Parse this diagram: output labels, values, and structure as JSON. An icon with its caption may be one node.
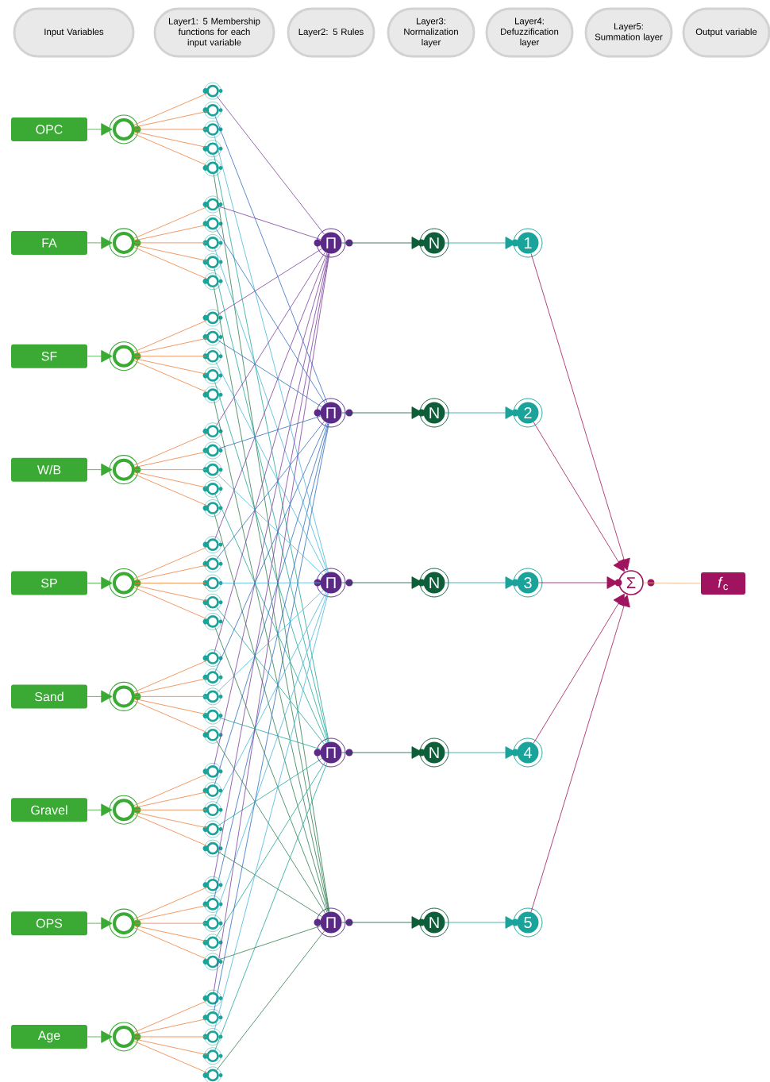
{
  "diagram": {
    "nodes": [
      {
        "text": [
          "Input Variables"
        ]
      },
      {
        "text": [
          "Layer1: 5 Membership functions for each input variable"
        ]
      },
      {
        "text": [
          "Layer2: 5 Rules"
        ]
      },
      {
        "text": [
          "Layer3: Normalization layer"
        ]
      },
      {
        "text": [
          "Layer4: Defuzzification layer"
        ]
      },
      {
        "text": [
          "Layer5: Summation layer"
        ]
      },
      {
        "text": [
          "Output variable"
        ]
      },
      {
        "text": [
          "OPC"
        ]
      },
      {
        "text": [
          "FA"
        ]
      },
      {
        "text": [
          "SF"
        ]
      },
      {
        "text": [
          "W/B"
        ]
      },
      {
        "text": [
          "SP"
        ]
      },
      {
        "text": [
          "Sand"
        ]
      },
      {
        "text": [
          "Gravel"
        ]
      },
      {
        "text": [
          "OPS"
        ]
      },
      {
        "text": [
          "Age"
        ]
      },
      {
        "text": [],
        "shape": "circle"
      },
      {
        "text": [],
        "shape": "circle"
      },
      {
        "text": [],
        "shape": "circle"
      },
      {
        "text": [],
        "shape": "circle"
      },
      {
        "text": [],
        "shape": "circle"
      },
      {
        "text": [],
        "shape": "circle"
      },
      {
        "text": [],
        "shape": "circle"
      },
      {
        "text": [],
        "shape": "circle"
      },
      {
        "text": [],
        "shape": "circle"
      },
      {
        "text": [],
        "shape": "circle"
      },
      {
        "text": [],
        "shape": "circle"
      },
      {
        "text": [],
        "shape": "circle"
      },
      {
        "text": [],
        "shape": "circle"
      },
      {
        "text": [],
        "shape": "circle"
      },
      {
        "text": [],
        "shape": "circle"
      },
      {
        "text": [],
        "shape": "circle"
      },
      {
        "text": [],
        "shape": "circle"
      },
      {
        "text": [],
        "shape": "circle"
      },
      {
        "text": [],
        "shape": "circle"
      },
      {
        "text": [],
        "shape": "circle"
      },
      {
        "text": [],
        "shape": "circle"
      },
      {
        "text": [],
        "shape": "circle"
      },
      {
        "text": [],
        "shape": "circle"
      },
      {
        "text": [],
        "shape": "circle"
      },
      {
        "text": [],
        "shape": "circle"
      },
      {
        "text": [],
        "shape": "circle"
      },
      {
        "text": [],
        "shape": "circle"
      },
      {
        "text": [],
        "shape": "circle"
      },
      {
        "text": [],
        "shape": "circle"
      },
      {
        "text": [],
        "shape": "circle"
      },
      {
        "text": [],
        "shape": "circle"
      },
      {
        "text": [],
        "shape": "circle"
      },
      {
        "text": [],
        "shape": "circle"
      },
      {
        "text": [],
        "shape": "circle"
      },
      {
        "text": [],
        "shape": "circle"
      },
      {
        "text": [],
        "shape": "circle"
      },
      {
        "text": [],
        "shape": "circle"
      },
      {
        "text": [],
        "shape": "circle"
      },
      {
        "text": [],
        "shape": "circle"
      },
      {
        "text": [],
        "shape": "circle"
      },
      {
        "text": [],
        "shape": "circle"
      },
      {
        "text": [],
        "shape": "circle"
      },
      {
        "text": [],
        "shape": "circle"
      },
      {
        "text": [],
        "shape": "circle"
      },
      {
        "text": [],
        "shape": "circle"
      },
      {
        "text": [],
        "shape": "circle"
      },
      {
        "text": [],
        "shape": "circle"
      },
      {
        "text": [],
        "shape": "circle"
      },
      {
        "text": [],
        "shape": "circle"
      },
      {
        "text": [],
        "shape": "circle"
      },
      {
        "text": [],
        "shape": "circle"
      },
      {
        "text": [],
        "shape": "circle"
      },
      {
        "text": [],
        "shape": "circle"
      },
      {
        "text": [],
        "shape": "circle"
      },
      {
        "text": [
          "Π"
        ]
      },
      {
        "text": [
          "Π"
        ]
      },
      {
        "text": [
          "Π"
        ]
      },
      {
        "text": [
          "Π"
        ]
      },
      {
        "text": [
          "Π"
        ]
      },
      {
        "text": [
          "N"
        ]
      },
      {
        "text": [
          "N"
        ]
      },
      {
        "text": [
          "N"
        ]
      },
      {
        "text": [
          "N"
        ]
      },
      {
        "text": [
          "N"
        ]
      },
      {
        "text": [
          "1"
        ]
      },
      {
        "text": [
          "2"
        ]
      },
      {
        "text": [
          "3"
        ]
      },
      {
        "text": [
          "4"
        ]
      },
      {
        "text": [
          "5"
        ]
      },
      {
        "text": [
          "Σ"
        ]
      },
      {
        "text": [
          "*f*$_{c}$"
        ]
      }
    ],
    "edges": [
      {
        "from": 7,
        "to": 16,
        "arrow": "to",
        "color": "#3aaa35"
      },
      {
        "from": 8,
        "to": 17,
        "arrow": "to",
        "color": "#3aaa35"
      },
      {
        "from": 9,
        "to": 18,
        "arrow": "to",
        "color": "#3aaa35"
      },
      {
        "from": 10,
        "to": 19,
        "arrow": "to",
        "color": "#3aaa35"
      },
      {
        "from": 11,
        "to": 20,
        "arrow": "to",
        "color": "#3aaa35"
      },
      {
        "from": 12,
        "to": 21,
        "arrow": "to",
        "color": "#3aaa35"
      },
      {
        "from": 13,
        "to": 22,
        "arrow": "to",
        "color": "#3aaa35"
      },
      {
        "from": 14,
        "to": 23,
        "arrow": "to",
        "color": "#3aaa35"
      },
      {
        "from": 15,
        "to": 24,
        "arrow": "to",
        "color": "#3aaa35"
      },
      {
        "from": 16,
        "to": 25,
        "arrow": "none",
        "color": "#f07f3c"
      },
      {
        "from": 16,
        "to": 26,
        "arrow": "none",
        "color": "#f07f3c"
      },
      {
        "from": 16,
        "to": 27,
        "arrow": "none",
        "color": "#f07f3c"
      },
      {
        "from": 16,
        "to": 28,
        "arrow": "none",
        "color": "#f07f3c"
      },
      {
        "from": 16,
        "to": 29,
        "arrow": "none",
        "color": "#f07f3c"
      },
      {
        "from": 17,
        "to": 30,
        "arrow": "none",
        "color": "#f07f3c"
      },
      {
        "from": 17,
        "to": 31,
        "arrow": "none",
        "color": "#f07f3c"
      },
      {
        "from": 17,
        "to": 32,
        "arrow": "none",
        "color": "#f07f3c"
      },
      {
        "from": 17,
        "to": 33,
        "arrow": "none",
        "color": "#f07f3c"
      },
      {
        "from": 17,
        "to": 34,
        "arrow": "none",
        "color": "#f07f3c"
      },
      {
        "from": 18,
        "to": 35,
        "arrow": "none",
        "color": "#f07f3c"
      },
      {
        "from": 18,
        "to": 36,
        "arrow": "none",
        "color": "#f07f3c"
      },
      {
        "from": 18,
        "to": 37,
        "arrow": "none",
        "color": "#f07f3c"
      },
      {
        "from": 18,
        "to": 38,
        "arrow": "none",
        "color": "#f07f3c"
      },
      {
        "from": 18,
        "to": 39,
        "arrow": "none",
        "color": "#f07f3c"
      },
      {
        "from": 19,
        "to": 40,
        "arrow": "none",
        "color": "#f07f3c"
      },
      {
        "from": 19,
        "to": 41,
        "arrow": "none",
        "color": "#f07f3c"
      },
      {
        "from": 19,
        "to": 42,
        "arrow": "none",
        "color": "#f07f3c"
      },
      {
        "from": 19,
        "to": 43,
        "arrow": "none",
        "color": "#f07f3c"
      },
      {
        "from": 19,
        "to": 44,
        "arrow": "none",
        "color": "#f07f3c"
      },
      {
        "from": 20,
        "to": 45,
        "arrow": "none",
        "color": "#f07f3c"
      },
      {
        "from": 20,
        "to": 46,
        "arrow": "none",
        "color": "#f07f3c"
      },
      {
        "from": 20,
        "to": 47,
        "arrow": "none",
        "color": "#f07f3c"
      },
      {
        "from": 20,
        "to": 48,
        "arrow": "none",
        "color": "#f07f3c"
      },
      {
        "from": 20,
        "to": 49,
        "arrow": "none",
        "color": "#f07f3c"
      },
      {
        "from": 21,
        "to": 50,
        "arrow": "none",
        "color": "#f07f3c"
      },
      {
        "from": 21,
        "to": 51,
        "arrow": "none",
        "color": "#f07f3c"
      },
      {
        "from": 21,
        "to": 52,
        "arrow": "none",
        "color": "#f07f3c"
      },
      {
        "from": 21,
        "to": 53,
        "arrow": "none",
        "color": "#f07f3c"
      },
      {
        "from": 21,
        "to": 54,
        "arrow": "none",
        "color": "#f07f3c"
      },
      {
        "from": 22,
        "to": 55,
        "arrow": "none",
        "color": "#f07f3c"
      },
      {
        "from": 22,
        "to": 56,
        "arrow": "none",
        "color": "#f07f3c"
      },
      {
        "from": 22,
        "to": 57,
        "arrow": "none",
        "color": "#f07f3c"
      },
      {
        "from": 22,
        "to": 58,
        "arrow": "none",
        "color": "#f07f3c"
      },
      {
        "from": 22,
        "to": 59,
        "arrow": "none",
        "color": "#f07f3c"
      },
      {
        "from": 23,
        "to": 60,
        "arrow": "none",
        "color": "#f07f3c"
      },
      {
        "from": 23,
        "to": 61,
        "arrow": "none",
        "color": "#f07f3c"
      },
      {
        "from": 23,
        "to": 62,
        "arrow": "none",
        "color": "#f07f3c"
      },
      {
        "from": 23,
        "to": 63,
        "arrow": "none",
        "color": "#f07f3c"
      },
      {
        "from": 23,
        "to": 64,
        "arrow": "none",
        "color": "#f07f3c"
      },
      {
        "from": 24,
        "to": 65,
        "arrow": "none",
        "color": "#f07f3c"
      },
      {
        "from": 24,
        "to": 66,
        "arrow": "none",
        "color": "#f07f3c"
      },
      {
        "from": 24,
        "to": 67,
        "arrow": "none",
        "color": "#f07f3c"
      },
      {
        "from": 24,
        "to": 68,
        "arrow": "none",
        "color": "#f07f3c"
      },
      {
        "from": 24,
        "to": 69,
        "arrow": "none",
        "color": "#f07f3c"
      },
      {
        "from": 25,
        "to": 70,
        "arrow": "none",
        "color": "#7b3f9e"
      },
      {
        "from": 26,
        "to": 71,
        "arrow": "none",
        "color": "#2f6fc0"
      },
      {
        "from": 27,
        "to": 72,
        "arrow": "none",
        "color": "#45b8dc"
      },
      {
        "from": 28,
        "to": 73,
        "arrow": "none",
        "color": "#1fa79a"
      },
      {
        "from": 29,
        "to": 74,
        "arrow": "none",
        "color": "#2e7d4f"
      },
      {
        "from": 30,
        "to": 70,
        "arrow": "none",
        "color": "#7b3f9e"
      },
      {
        "from": 31,
        "to": 71,
        "arrow": "none",
        "color": "#2f6fc0"
      },
      {
        "from": 32,
        "to": 72,
        "arrow": "none",
        "color": "#45b8dc"
      },
      {
        "from": 33,
        "to": 73,
        "arrow": "none",
        "color": "#1fa79a"
      },
      {
        "from": 34,
        "to": 74,
        "arrow": "none",
        "color": "#2e7d4f"
      },
      {
        "from": 35,
        "to": 70,
        "arrow": "none",
        "color": "#7b3f9e"
      },
      {
        "from": 36,
        "to": 71,
        "arrow": "none",
        "color": "#2f6fc0"
      },
      {
        "from": 37,
        "to": 72,
        "arrow": "none",
        "color": "#45b8dc"
      },
      {
        "from": 38,
        "to": 73,
        "arrow": "none",
        "color": "#1fa79a"
      },
      {
        "from": 39,
        "to": 74,
        "arrow": "none",
        "color": "#2e7d4f"
      },
      {
        "from": 40,
        "to": 70,
        "arrow": "none",
        "color": "#7b3f9e"
      },
      {
        "from": 41,
        "to": 71,
        "arrow": "none",
        "color": "#2f6fc0"
      },
      {
        "from": 42,
        "to": 72,
        "arrow": "none",
        "color": "#45b8dc"
      },
      {
        "from": 43,
        "to": 73,
        "arrow": "none",
        "color": "#1fa79a"
      },
      {
        "from": 44,
        "to": 74,
        "arrow": "none",
        "color": "#2e7d4f"
      },
      {
        "from": 45,
        "to": 70,
        "arrow": "none",
        "color": "#7b3f9e"
      },
      {
        "from": 46,
        "to": 71,
        "arrow": "none",
        "color": "#2f6fc0"
      },
      {
        "from": 47,
        "to": 72,
        "arrow": "none",
        "color": "#45b8dc"
      },
      {
        "from": 48,
        "to": 73,
        "arrow": "none",
        "color": "#1fa79a"
      },
      {
        "from": 49,
        "to": 74,
        "arrow": "none",
        "color": "#2e7d4f"
      },
      {
        "from": 50,
        "to": 70,
        "arrow": "none",
        "color": "#7b3f9e"
      },
      {
        "from": 51,
        "to": 71,
        "arrow": "none",
        "color": "#2f6fc0"
      },
      {
        "from": 52,
        "to": 72,
        "arrow": "none",
        "color": "#45b8dc"
      },
      {
        "from": 53,
        "to": 73,
        "arrow": "none",
        "color": "#1fa79a"
      },
      {
        "from": 54,
        "to": 74,
        "arrow": "none",
        "color": "#2e7d4f"
      },
      {
        "from": 55,
        "to": 70,
        "arrow": "none",
        "color": "#7b3f9e"
      },
      {
        "from": 56,
        "to": 71,
        "arrow": "none",
        "color": "#2f6fc0"
      },
      {
        "from": 57,
        "to": 72,
        "arrow": "none",
        "color": "#45b8dc"
      },
      {
        "from": 58,
        "to": 73,
        "arrow": "none",
        "color": "#1fa79a"
      },
      {
        "from": 59,
        "to": 74,
        "arrow": "none",
        "color": "#2e7d4f"
      },
      {
        "from": 60,
        "to": 70,
        "arrow": "none",
        "color": "#7b3f9e"
      },
      {
        "from": 61,
        "to": 71,
        "arrow": "none",
        "color": "#2f6fc0"
      },
      {
        "from": 62,
        "to": 72,
        "arrow": "none",
        "color": "#45b8dc"
      },
      {
        "from": 63,
        "to": 73,
        "arrow": "none",
        "color": "#1fa79a"
      },
      {
        "from": 64,
        "to": 74,
        "arrow": "none",
        "color": "#2e7d4f"
      },
      {
        "from": 65,
        "to": 70,
        "arrow": "none",
        "color": "#7b3f9e"
      },
      {
        "from": 66,
        "to": 71,
        "arrow": "none",
        "color": "#2f6fc0"
      },
      {
        "from": 67,
        "to": 72,
        "arrow": "none",
        "color": "#45b8dc"
      },
      {
        "from": 68,
        "to": 73,
        "arrow": "none",
        "color": "#1fa79a"
      },
      {
        "from": 69,
        "to": 74,
        "arrow": "none",
        "color": "#2e7d4f"
      },
      {
        "from": 70,
        "to": 75,
        "arrow": "to",
        "color": "#0f5e3a"
      },
      {
        "from": 71,
        "to": 76,
        "arrow": "to",
        "color": "#0f5e3a"
      },
      {
        "from": 72,
        "to": 77,
        "arrow": "to",
        "color": "#0f5e3a"
      },
      {
        "from": 73,
        "to": 78,
        "arrow": "to",
        "color": "#0f5e3a"
      },
      {
        "from": 74,
        "to": 79,
        "arrow": "to",
        "color": "#0f5e3a"
      },
      {
        "from": 75,
        "to": 80,
        "arrow": "to",
        "color": "#1aa39a"
      },
      {
        "from": 76,
        "to": 81,
        "arrow": "to",
        "color": "#1aa39a"
      },
      {
        "from": 77,
        "to": 82,
        "arrow": "to",
        "color": "#1aa39a"
      },
      {
        "from": 78,
        "to": 83,
        "arrow": "to",
        "color": "#1aa39a"
      },
      {
        "from": 79,
        "to": 84,
        "arrow": "to",
        "color": "#1aa39a"
      },
      {
        "from": 80,
        "to": 85,
        "arrow": "to",
        "color": "#a0135e"
      },
      {
        "from": 81,
        "to": 85,
        "arrow": "to",
        "color": "#a0135e"
      },
      {
        "from": 82,
        "to": 85,
        "arrow": "to",
        "color": "#a0135e"
      },
      {
        "from": 83,
        "to": 85,
        "arrow": "to",
        "color": "#a0135e"
      },
      {
        "from": 84,
        "to": 85,
        "arrow": "to",
        "color": "#a0135e"
      },
      {
        "from": 85,
        "to": 86,
        "arrow": "none",
        "color": "#f4b183"
      }
    ]
  }
}
